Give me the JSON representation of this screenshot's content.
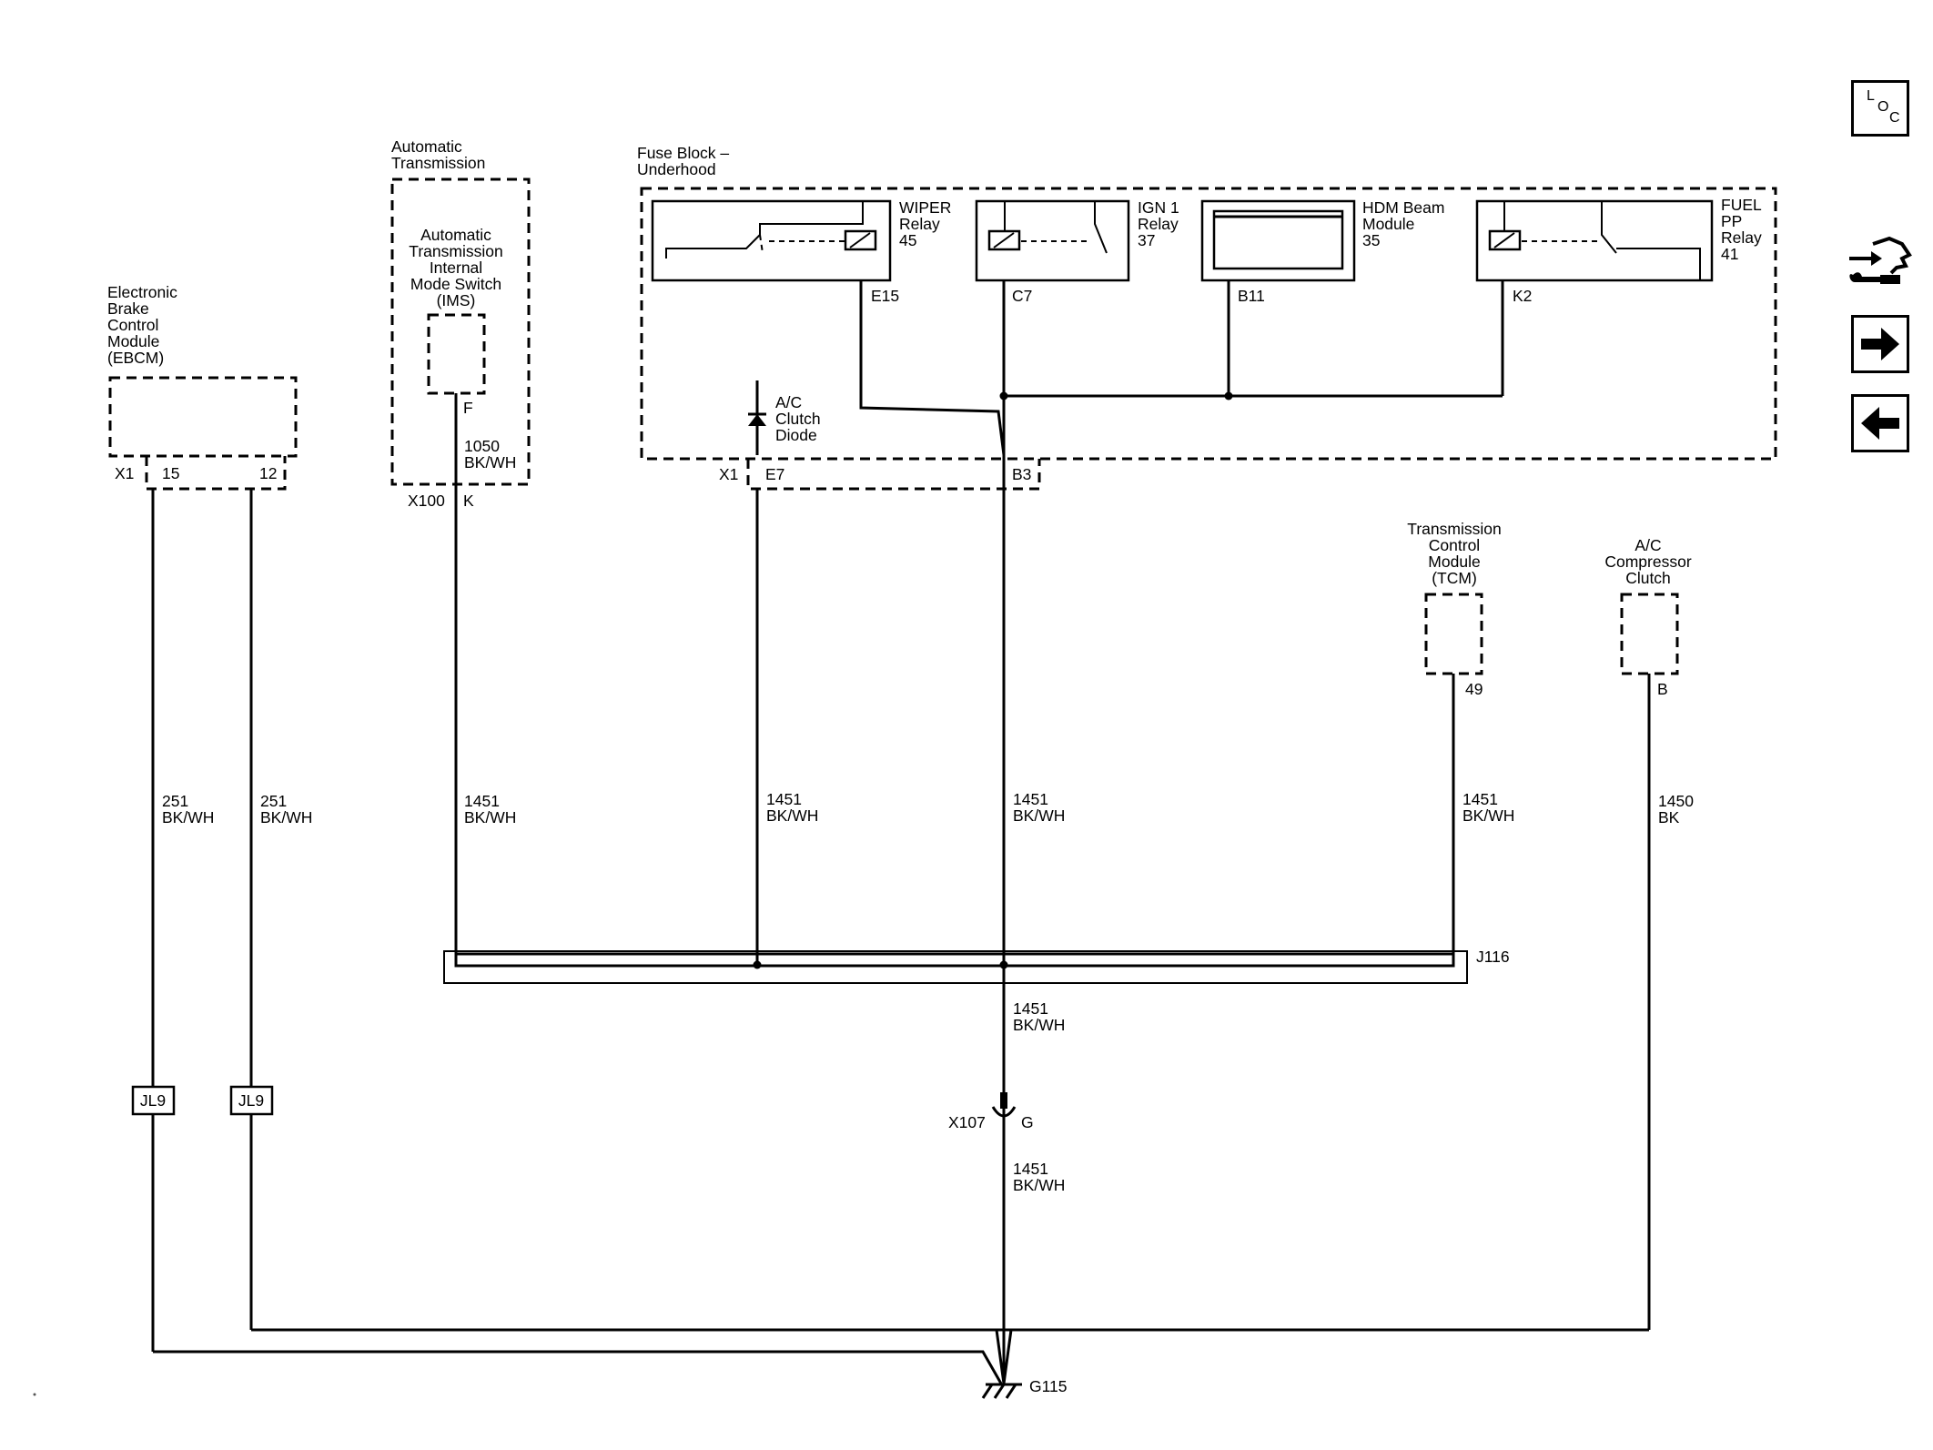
{
  "components": {
    "ebcm": {
      "label": [
        "Electronic",
        "Brake",
        "Control",
        "Module",
        "(EBCM)"
      ],
      "connector": "X1",
      "pin_a": "15",
      "pin_b": "12"
    },
    "trans": {
      "outer_label": [
        "Automatic",
        "Transmission"
      ],
      "inner_label": [
        "Automatic",
        "Transmission",
        "Internal",
        "Mode Switch",
        "(IMS)"
      ],
      "pin": "F",
      "connector": "X100",
      "connector_pin": "K"
    },
    "fuse_block": {
      "label": [
        "Fuse Block –",
        "Underhood"
      ]
    },
    "wiper_relay": {
      "label": [
        "WIPER",
        "Relay",
        "45"
      ],
      "pin": "E15"
    },
    "ign_relay": {
      "label": [
        "IGN 1",
        "Relay",
        "37"
      ],
      "pin": "C7"
    },
    "hdm": {
      "label": [
        "HDM Beam",
        "Module",
        "35"
      ],
      "pin": "B11"
    },
    "fuel_relay": {
      "label": [
        "FUEL",
        "PP",
        "Relay",
        "41"
      ],
      "pin": "K2"
    },
    "diode": {
      "label": [
        "A/C",
        "Clutch",
        "Diode"
      ],
      "connector": "X1",
      "pin": "E7",
      "pin2": "B3"
    },
    "tcm": {
      "label": [
        "Transmission",
        "Control",
        "Module",
        "(TCM)"
      ],
      "pin": "49"
    },
    "ac_clutch": {
      "label": [
        "A/C",
        "Compressor",
        "Clutch"
      ],
      "pin": "B"
    }
  },
  "wires": {
    "ebcm_15": [
      "251",
      "BK/WH"
    ],
    "ebcm_12": [
      "251",
      "BK/WH"
    ],
    "trans_f": [
      "1050",
      "BK/WH"
    ],
    "trans_k": [
      "1451",
      "BK/WH"
    ],
    "diode_e7": [
      "1451",
      "BK/WH"
    ],
    "b3": [
      "1451",
      "BK/WH"
    ],
    "tcm_49": [
      "1451",
      "BK/WH"
    ],
    "ac_b": [
      "1450",
      "BK"
    ],
    "below_splice": [
      "1451",
      "BK/WH"
    ],
    "below_x107": [
      "1451",
      "BK/WH"
    ]
  },
  "splice": {
    "label": "J116"
  },
  "inline_connectors": {
    "left": "JL9",
    "right": "JL9"
  },
  "x107": {
    "connector": "X107",
    "pin": "G"
  },
  "ground": {
    "label": "G115"
  },
  "nav": {
    "loc": {
      "l": "L",
      "o": "O",
      "c": "C"
    },
    "icons": [
      "connector-tool-icon",
      "next-arrow-icon",
      "back-arrow-icon"
    ]
  }
}
